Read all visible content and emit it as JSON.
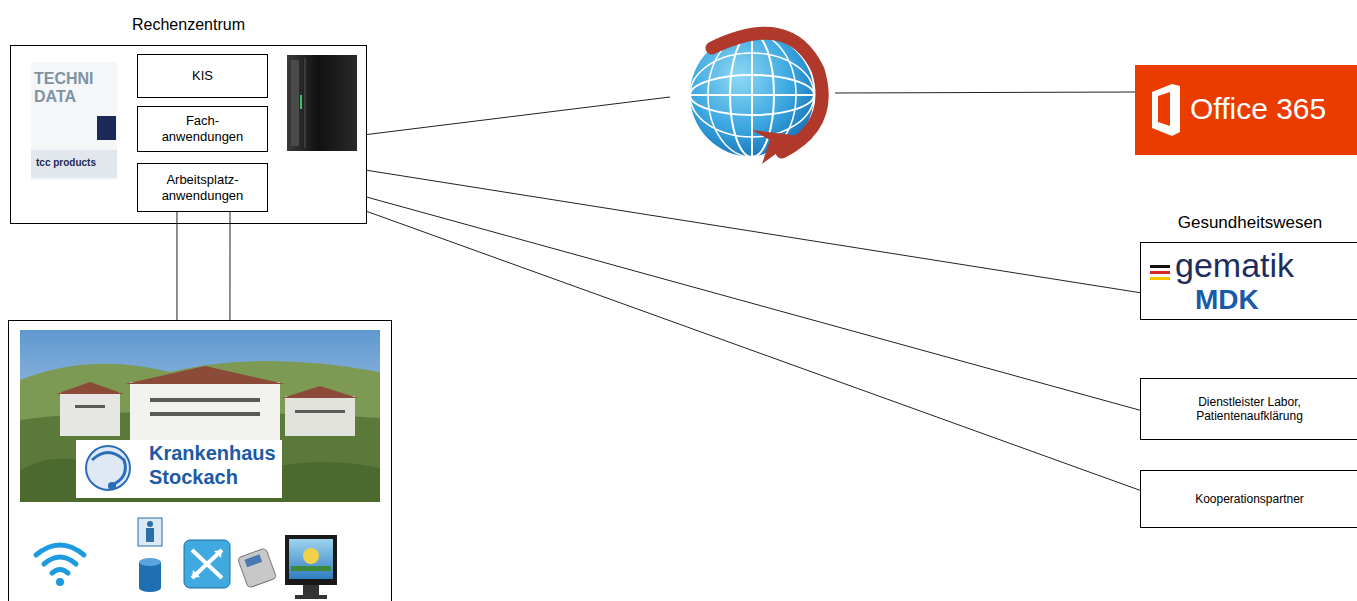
{
  "diagram": {
    "nodes": [
      {
        "text": [
          "Rechenzentrum"
        ]
      },
      {
        "text": [
          "KIS"
        ],
        "in": 0
      },
      {
        "text": [
          "Fach- anwendungen"
        ],
        "in": 0
      },
      {
        "text": [
          "Arbeitsplatz- anwendungen"
        ],
        "in": 0
      },
      {
        "text": [
          "Krankenhaus Stockach"
        ]
      },
      {
        "text": [
          "Office 365"
        ]
      },
      {
        "text": [
          "Gesundheitswesen",
          "gematik",
          "MDK"
        ]
      },
      {
        "text": [
          "Dienstleister Labor, Patientenaufklärung"
        ]
      },
      {
        "text": [
          "Kooperationspartner"
        ]
      }
    ],
    "edges": [
      {
        "from": 0,
        "to": 5,
        "arrow": "none"
      },
      {
        "from": 0,
        "to": 6,
        "arrow": "none"
      },
      {
        "from": 0,
        "to": 7,
        "arrow": "none"
      },
      {
        "from": 0,
        "to": 8,
        "arrow": "none"
      },
      {
        "from": 3,
        "to": 4,
        "arrow": "none"
      },
      {
        "from": 3,
        "to": 4,
        "arrow": "none"
      }
    ],
    "labels": [
      "TECHNI DATA",
      "tcc products"
    ]
  }
}
